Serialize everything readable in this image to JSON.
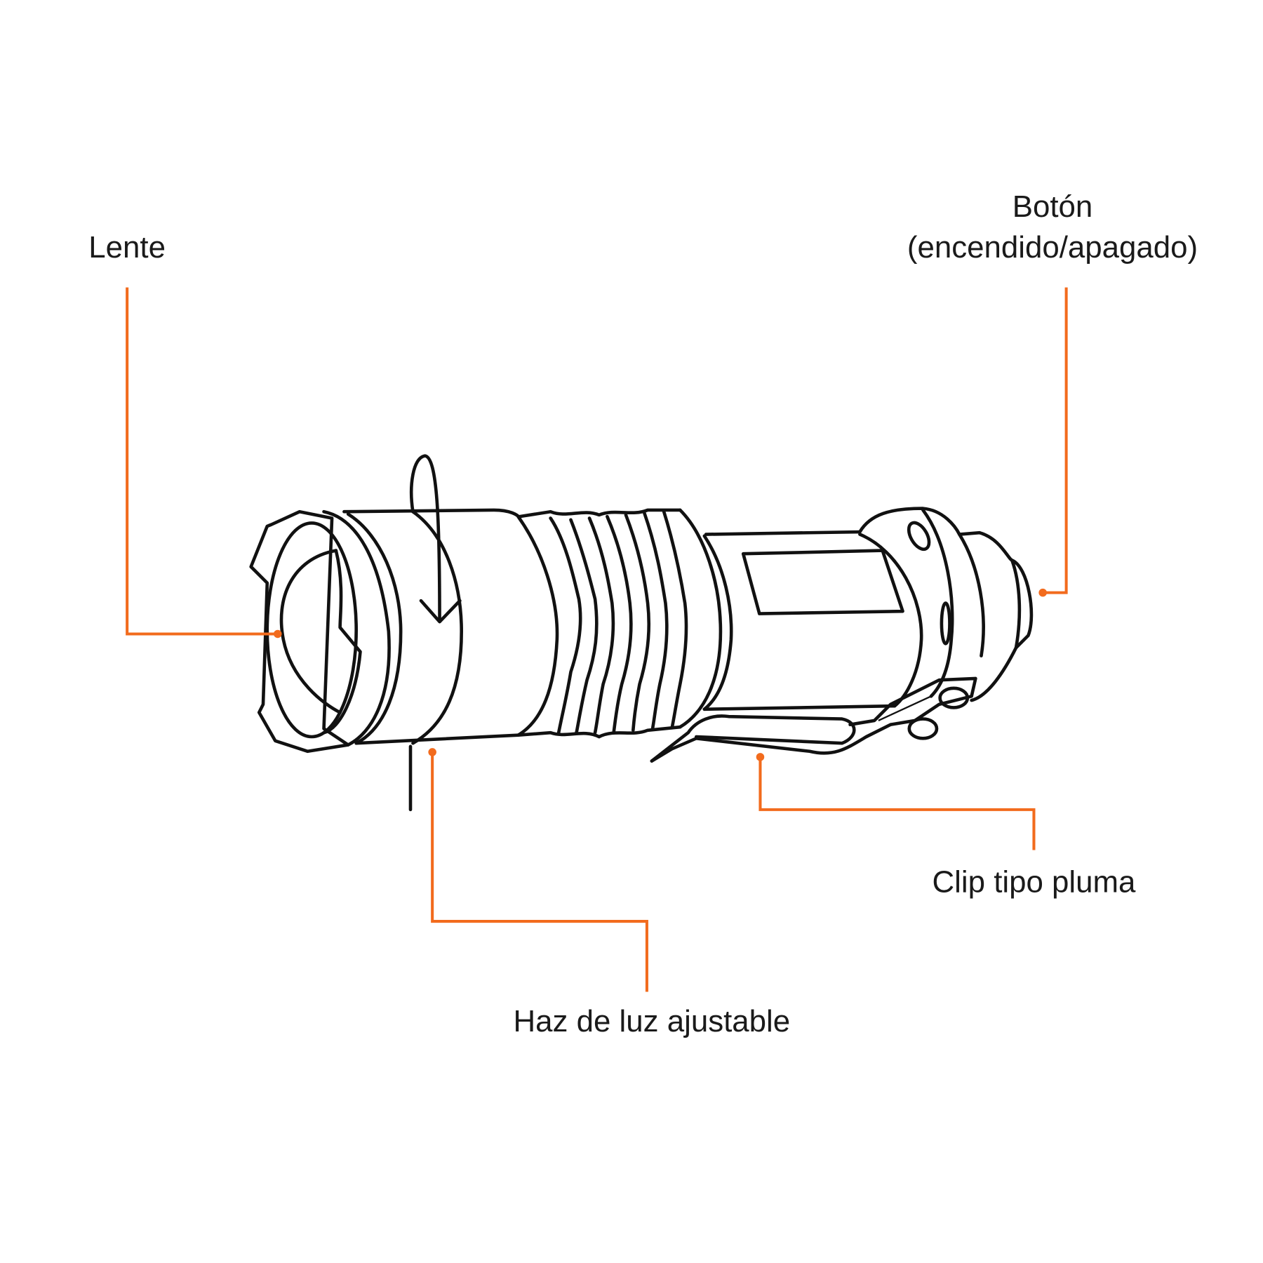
{
  "title": "Flashlight parts diagram",
  "labels": {
    "lens": "Lente",
    "button_line1": "Botón",
    "button_line2": "(encendido/apagado)",
    "clip": "Clip tipo pluma",
    "beam": "Haz de luz ajustable"
  },
  "colors": {
    "leader": "#f26b1d",
    "ink": "#111111"
  }
}
